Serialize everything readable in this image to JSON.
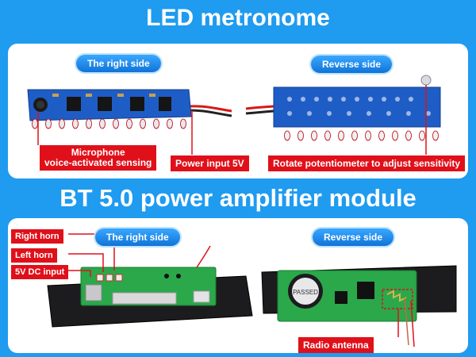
{
  "titles": {
    "top": "LED metronome",
    "bottom": "BT 5.0 power amplifier module"
  },
  "led_section": {
    "left_pill": "The right side",
    "right_pill": "Reverse side",
    "labels": {
      "microphone_line1": "Microphone",
      "microphone_line2": "voice-activated sensing",
      "power": "Power input 5V",
      "potentiometer": "Rotate potentiometer to adjust sensitivity"
    }
  },
  "bt_section": {
    "left_pill": "The right side",
    "right_pill": "Reverse side",
    "labels": {
      "right_horn": "Right horn",
      "left_horn": "Left horn",
      "dc_input": "5V DC input",
      "antenna": "Radio antenna"
    },
    "buzzer_text": "PASSED"
  },
  "colors": {
    "background": "#1f9bf0",
    "label_red": "#e0101a",
    "pcb_blue": "#1a5fc4",
    "pcb_green": "#2aa84a"
  }
}
